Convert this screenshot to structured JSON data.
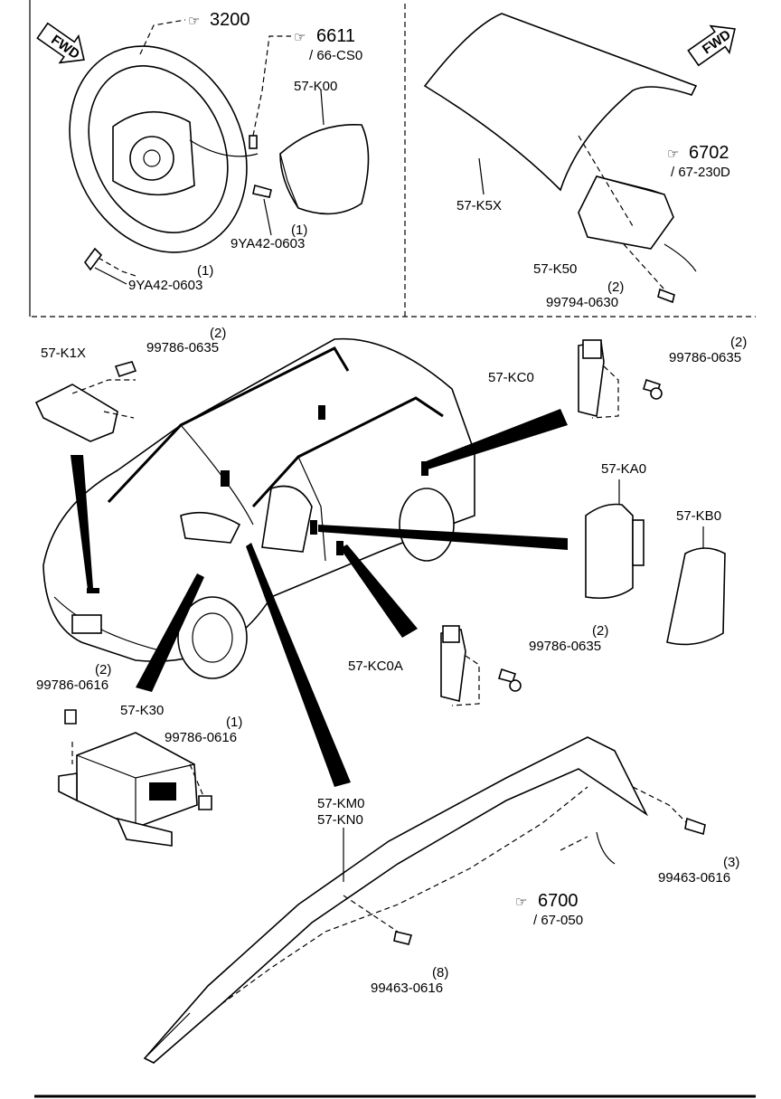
{
  "refs": {
    "steering_wheel": "3200",
    "clock_spring": "6611",
    "clock_spring_sub": "/ 66-CS0",
    "passenger_bag_harness": "6702",
    "passenger_bag_harness_sub": "/ 67-230D",
    "curtain_harness": "6700",
    "curtain_harness_sub": "/ 67-050"
  },
  "fwd": "FWD",
  "parts": {
    "driver_airbag": "57-K00",
    "dash_panel": "57-K5X",
    "passenger_airbag": "57-K50",
    "front_sensor": "57-K1X",
    "side_sensor": "57-KC0",
    "side_sensor_a": "57-KC0A",
    "seat_airbag_1": "57-KA0",
    "seat_airbag_2": "57-KB0",
    "control_module": "57-K30",
    "curtain_1": "57-KM0",
    "curtain_2": "57-KN0"
  },
  "bolts": {
    "wheel_bolt_a": {
      "qty": "(1)",
      "pn": "9YA42-0603"
    },
    "wheel_bolt_b": {
      "qty": "(1)",
      "pn": "9YA42-0603"
    },
    "pass_bolt": {
      "qty": "(2)",
      "pn": "99794-0630"
    },
    "sensor_bolt": {
      "qty": "(2)",
      "pn": "99786-0635"
    },
    "side_bolt": {
      "qty": "(2)",
      "pn": "99786-0635"
    },
    "side_bolt_a": {
      "qty": "(2)",
      "pn": "99786-0635"
    },
    "module_bolt_a": {
      "qty": "(2)",
      "pn": "99786-0616"
    },
    "module_bolt_b": {
      "qty": "(1)",
      "pn": "99786-0616"
    },
    "curtain_bolt_a": {
      "qty": "(3)",
      "pn": "99463-0616"
    },
    "curtain_bolt_b": {
      "qty": "(8)",
      "pn": "99463-0616"
    }
  }
}
